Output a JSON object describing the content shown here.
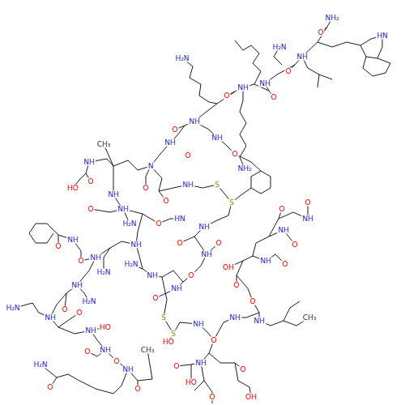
{
  "diagram": {
    "labels": [
      "NH₂",
      "O",
      "HN",
      "NH",
      "O",
      "NH",
      "O",
      "NH",
      "O",
      "H₂N",
      "H₂N",
      "NH",
      "O",
      "NH₂",
      "NH",
      "O",
      "CH₃",
      "NH",
      "N",
      "O",
      "HO",
      "O",
      "NH",
      "O",
      "NH",
      "S",
      "S",
      "NH",
      "O",
      "H₂N",
      "O",
      "HN",
      "NH",
      "O",
      "O",
      "NH",
      "NH",
      "O",
      "O",
      "NH",
      "H₂N",
      "NH",
      "H₂N",
      "NH",
      "O",
      "NH",
      "O",
      "O",
      "NH",
      "O",
      "O",
      "NH",
      "OH",
      "O",
      "O",
      "NH",
      "CH₃",
      "NH",
      "O",
      "NH",
      "S",
      "S",
      "HO",
      "H₂N",
      "NH",
      "H₂N",
      "NH",
      "O",
      "O",
      "NH",
      "NH",
      "O",
      "O",
      "H₂N",
      "O",
      "NH",
      "O",
      "CH₃",
      "HO",
      "O",
      "NH",
      "HO",
      "O",
      "OH",
      "O",
      "O",
      "NH",
      "O",
      "NH"
    ]
  }
}
